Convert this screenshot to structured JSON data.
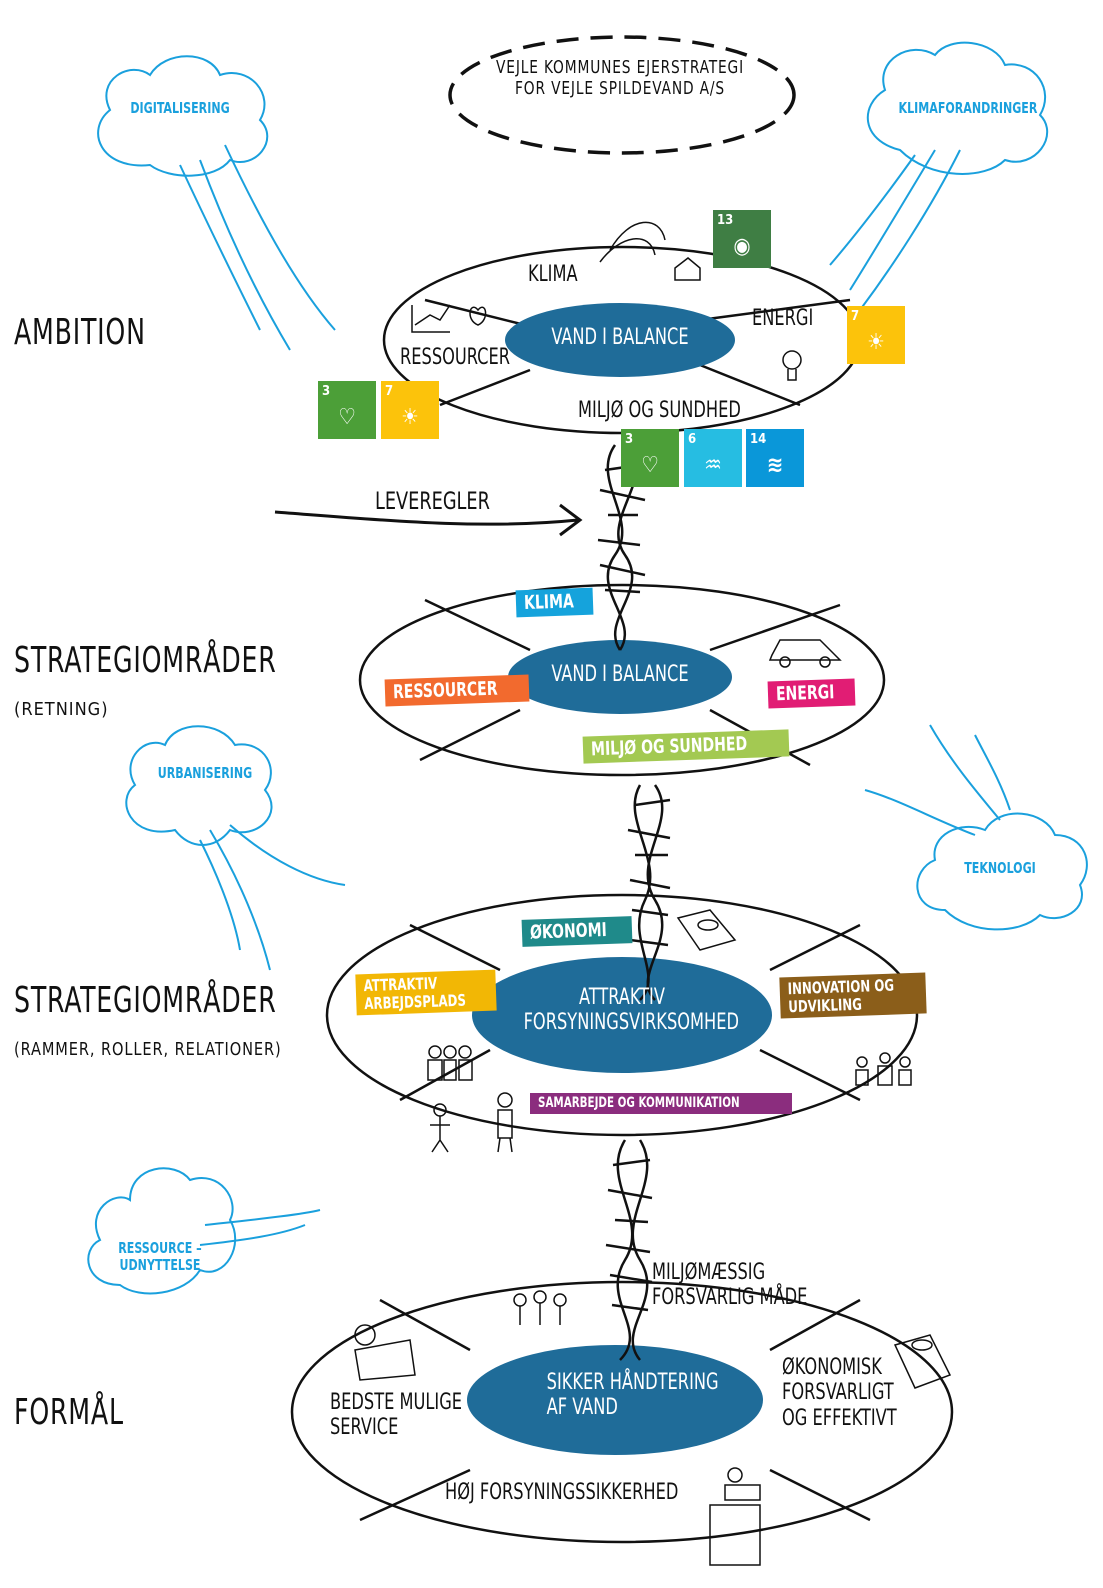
{
  "title": "VEJLE KOMMUNES EJERSTRATEGI\nFOR VEJLE SPILDEVAND A/S",
  "colors": {
    "ink": "#111111",
    "dark_blue": "#1f6c99",
    "sky_blue": "#1aa0dd",
    "sdg_green": "#4c9f38",
    "sdg_yellow": "#fcc30b",
    "sdg_lightblue": "#26bde2",
    "sdg_darkblue": "#0a97d9",
    "sdg_darkgreen": "#3f7e44",
    "orange": "#f26a2e",
    "pink": "#e11d74",
    "lime": "#a3c952",
    "cyan": "#15a3dc",
    "teal": "#1f8a8a",
    "gold": "#f2b705",
    "brown": "#8b5e1a",
    "purple": "#8b2d7e"
  },
  "side_labels": {
    "ambition": "AMBITION",
    "strat1": "STRATEGIOMRÅDER",
    "strat1_sub": "(RETNING)",
    "strat2": "STRATEGIOMRÅDER",
    "strat2_sub": "(RAMMER, ROLLER, RELATIONER)",
    "formaal": "FORMÅL"
  },
  "clouds": {
    "digitalisering": "DIGITALISERING",
    "klimaforandringer": "KLIMAFORANDRINGER",
    "urbanisering": "URBANISERING",
    "teknologi": "TEKNOLOGI",
    "ressource": "RESSOURCE –\nUDNYTTELSE"
  },
  "arrow_label": "LEVEREGLER",
  "ring1": {
    "center": "VAND I BALANCE",
    "top": "KLIMA",
    "left": "RESSOURCER",
    "right": "ENERGI",
    "bottom": "MILJØ OG SUNDHED"
  },
  "ring2": {
    "center": "VAND I BALANCE",
    "top": "KLIMA",
    "left": "RESSOURCER",
    "right": "ENERGI",
    "bottom": "MILJØ OG SUNDHED"
  },
  "ring3": {
    "center": "ATTRAKTIV\nFORSYNINGSVIRKSOMHED",
    "top": "ØKONOMI",
    "left": "ATTRAKTIV\nARBEJDSPLADS",
    "right": "INNOVATION OG\nUDVIKLING",
    "bottom": "SAMARBEJDE OG KOMMUNIKATION"
  },
  "ring4": {
    "center": "SIKKER HÅNDTERING\nAF VAND",
    "top": "MILJØMÆSSIG\nFORSVARLIG MÅDE",
    "left": "BEDSTE MULIGE\nSERVICE",
    "right": "ØKONOMISK\nFORSVARLIGT\nOG EFFEKTIVT",
    "bottom": "HØJ FORSYNINGSSIKKERHED"
  },
  "sdgs": {
    "s13": {
      "num": "13",
      "icon": "eye-icon",
      "glyph": "◉"
    },
    "s7a": {
      "num": "7",
      "icon": "sun-icon",
      "glyph": "☀"
    },
    "s3a": {
      "num": "3",
      "icon": "heartbeat-icon",
      "glyph": "♡"
    },
    "s7b": {
      "num": "7",
      "icon": "sun-icon",
      "glyph": "☀"
    },
    "s3b": {
      "num": "3",
      "icon": "heartbeat-icon",
      "glyph": "♡"
    },
    "s6": {
      "num": "6",
      "icon": "water-icon",
      "glyph": "♒"
    },
    "s14": {
      "num": "14",
      "icon": "fish-icon",
      "glyph": "≋"
    }
  }
}
